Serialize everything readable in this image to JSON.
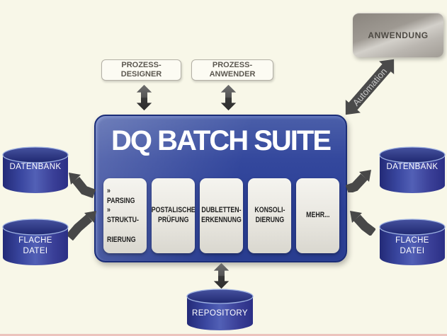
{
  "suite": {
    "title": "DQ BATCH SUITE",
    "color": "#2d4296",
    "modules": [
      {
        "label": "» PARSING\n» STRUKTU-\n   RIERUNG"
      },
      {
        "label": "POSTALISCHE\nPRÜFUNG"
      },
      {
        "label": "DUBLETTEN-\nERKENNUNG"
      },
      {
        "label": "KONSOLI-\nDIERUNG"
      },
      {
        "label": "MEHR..."
      }
    ]
  },
  "process_boxes": [
    {
      "label": "PROZESS-\nDESIGNER"
    },
    {
      "label": "PROZESS-\nANWENDER"
    }
  ],
  "application_box": {
    "label": "ANWENDUNG",
    "color": "#aaa49d"
  },
  "automation_arrow": {
    "label": "Automation",
    "color": "#4a4a4a",
    "text_color": "#c6c6c6"
  },
  "datastores": {
    "left": [
      {
        "label": "DATENBANK"
      },
      {
        "label": "FLACHE\nDATEI"
      }
    ],
    "right": [
      {
        "label": "DATENBANK"
      },
      {
        "label": "FLACHE\nDATEI"
      }
    ],
    "bottom": {
      "label": "REPOSITORY"
    },
    "cylinder_color": "#3a47a0"
  },
  "colors": {
    "background": "#f8f7e8",
    "arrow_gray": "#484848",
    "bottom_strip": "#ecc4bd"
  }
}
